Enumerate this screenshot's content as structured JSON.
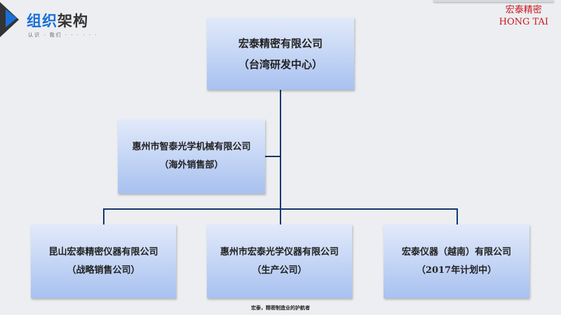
{
  "header": {
    "title_blue": "组织",
    "title_dark": "架构",
    "subtitle": "认识 · 我们 · · · · · ·"
  },
  "brand": {
    "cn": "宏泰精密",
    "en": "HONG TAI"
  },
  "org": {
    "root": {
      "name": "宏泰精密有限公司",
      "note": "（台湾研发中心）"
    },
    "side": {
      "name": "惠州市智泰光学机械有限公司",
      "note": "（海外销售部）"
    },
    "children": [
      {
        "name": "昆山宏泰精密仪器有限公司",
        "note": "（战略销售公司）"
      },
      {
        "name": "惠州市宏泰光学仪器有限公司",
        "note": "（生产公司）"
      },
      {
        "name": "宏泰仪器（越南）有限公司",
        "note": "（2017年计划中）"
      }
    ]
  },
  "footer": "宏泰，精密制造业的护航者",
  "colors": {
    "accent": "#1a6fd6",
    "brand_red": "#c8161d",
    "line": "#14386e"
  }
}
